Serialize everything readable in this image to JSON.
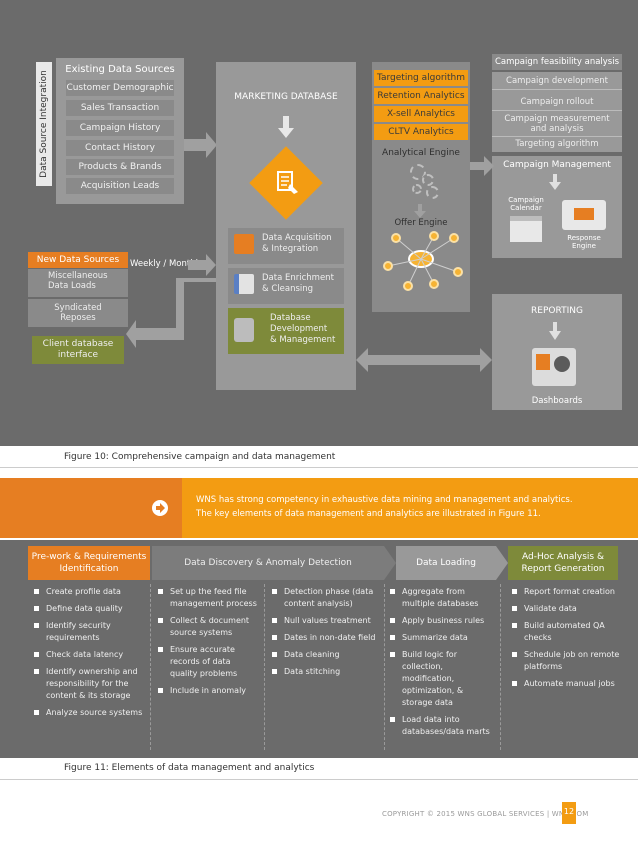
{
  "figure1": {
    "data_source_integration": "Data Source Integration",
    "existing_sources": {
      "title": "Existing Data Sources",
      "items": [
        "Customer Demographic",
        "Sales Transaction",
        "Campaign History",
        "Contact History",
        "Products & Brands",
        "Acquisition Leads"
      ]
    },
    "marketing_db": "MARKETING DATABASE",
    "db_steps": [
      "Data Acquisition\n& Integration",
      "Data Enrichment\n& Cleansing",
      "Database\nDevelopment\n& Management"
    ],
    "analytics": {
      "items": [
        "Targeting algorithm",
        "Retention Analytics",
        "X-sell Analytics",
        "CLTV Analytics"
      ],
      "engine": "Analytical Engine",
      "offer": "Offer Engine"
    },
    "campaign": {
      "feasibility": "Campaign feasibility analysis",
      "items": [
        "Campaign development",
        "Campaign rollout",
        "Campaign measurement\nand analysis",
        "Targeting algorithm"
      ],
      "management": "Campaign Management",
      "calendar": "Campaign\nCalendar",
      "response": "Response\nEngine"
    },
    "new_sources": {
      "title": "New Data Sources",
      "frequency": "Weekly / Monthly",
      "items": [
        "Miscellaneous\nData Loads",
        "Syndicated\nReposes"
      ]
    },
    "client_db": "Client database\ninterface",
    "reporting": "REPORTING",
    "dashboards": "Dashboards",
    "caption": "Figure 10: Comprehensive campaign and data management"
  },
  "intro_text": "WNS has strong competency in exhaustive data mining and management and analytics.\nThe key elements of data management and analytics are illustrated in Figure 11.",
  "figure2": {
    "stages": [
      "Pre-work & Requirements\nIdentification",
      "Data Discovery & Anomaly Detection",
      "Data Loading",
      "Ad-Hoc Analysis &\nReport Generation"
    ],
    "columns": [
      [
        "Create profile data",
        "Define data quality",
        "Identify security requirements",
        "Check data latency",
        "Identify ownership and responsibility for the content & its storage",
        "Analyze source systems"
      ],
      [
        "Set up the feed file management process",
        "Collect & document source systems",
        "Ensure accurate records of data quality problems",
        "Include in anomaly"
      ],
      [
        "Detection phase (data content analysis)",
        "Null values treatment",
        "Dates in non-date field",
        "Data cleaning",
        "Data stitching"
      ],
      [
        "Aggregate from multiple databases",
        "Apply business rules",
        "Summarize data",
        "Build logic for collection, modification, optimization, & storage data",
        "Load data into databases/data marts"
      ],
      [
        "Report format creation",
        "Validate data",
        "Build automated QA checks",
        "Schedule job on remote platforms",
        "Automate manual jobs"
      ]
    ],
    "caption": "Figure 11: Elements of data management and analytics"
  },
  "footer": {
    "copyright": "COPYRIGHT © 2015 WNS GLOBAL SERVICES | WNS.COM",
    "page": "12"
  },
  "colors": {
    "orange": "#f39c12",
    "dark_orange": "#e67e22",
    "panel": "#6b6b6b",
    "green": "#7e8a3a"
  }
}
